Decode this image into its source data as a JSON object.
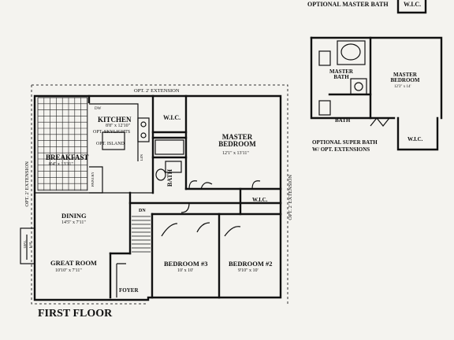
{
  "floor_title": "FIRST FLOOR",
  "optional_master_bath_title": "OPTIONAL MASTER BATH",
  "optional_super_bath_line1": "OPTIONAL SUPER BATH",
  "optional_super_bath_line2": "W/ OPT. EXTENSIONS",
  "ext_top": "OPT. 2' EXTENSION",
  "ext_left": "OPT. 2' EXTENSION",
  "ext_right": "OPT. 2' EXTENSION",
  "rooms": {
    "kitchen": {
      "name": "KITCHEN",
      "dims": "8'8\" x 12'10\""
    },
    "opt_island": {
      "name": "OPT. ISLAND"
    },
    "opt_skylights": {
      "name": "OPT. SKYLIGHTS"
    },
    "dw": {
      "name": "DW"
    },
    "breakfast": {
      "name": "BREAKFAST",
      "dims": "8'4\" x 13'11\""
    },
    "pantry": {
      "name": "PANTRY"
    },
    "wic_master": {
      "name": "W.I.C."
    },
    "master_bedroom": {
      "name": "MASTER BEDROOM",
      "dims": "12'1\" x 13'11\""
    },
    "bath": {
      "name": "BATH"
    },
    "lin": {
      "name": "LIN"
    },
    "dining": {
      "name": "DINING",
      "dims": "14'5\" x 7'11\""
    },
    "great_room": {
      "name": "GREAT ROOM",
      "dims": "10'10\" x 7'11\""
    },
    "dn": {
      "name": "DN"
    },
    "wic_bed2": {
      "name": "W.I.C."
    },
    "bedroom3": {
      "name": "BEDROOM #3",
      "dims": "10' x 10'"
    },
    "bedroom2": {
      "name": "BEDROOM #2",
      "dims": "9'10\" x 10'"
    },
    "foyer": {
      "name": "FOYER"
    },
    "opt_fp": {
      "name": "OPT."
    },
    "fp": {
      "name": "F/P"
    }
  },
  "inset": {
    "wic_top": {
      "name": "W.I.C."
    },
    "master_bath": {
      "name": "MASTER BATH"
    },
    "master_bedroom": {
      "name": "MASTER BEDROOM",
      "dims": "12'3\" x 14'"
    },
    "bath": {
      "name": "BATH"
    },
    "wic": {
      "name": "W.I.C."
    }
  }
}
